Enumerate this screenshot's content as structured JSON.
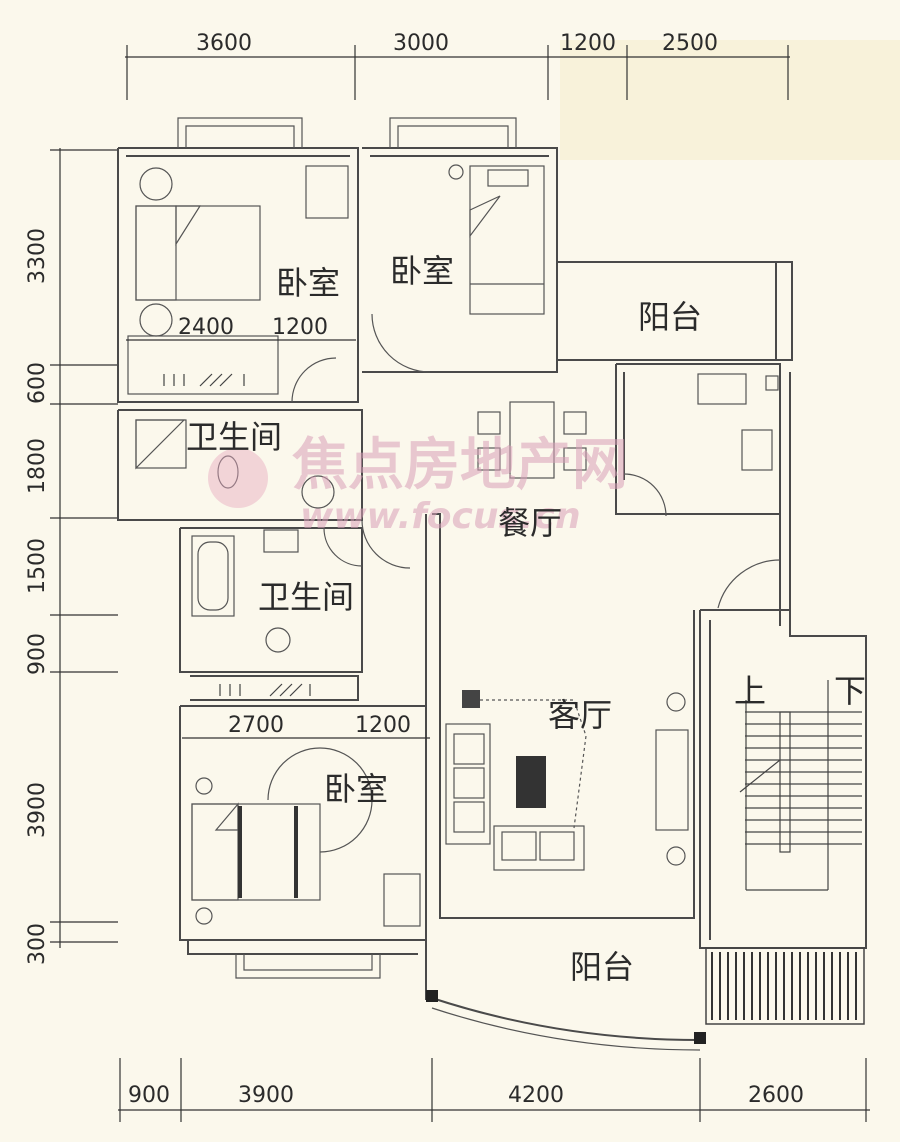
{
  "dimensions": {
    "top": [
      "3600",
      "3000",
      "1200",
      "2500"
    ],
    "bottom": [
      "900",
      "3900",
      "4200",
      "2600"
    ],
    "left": [
      "3300",
      "600",
      "1800",
      "1500",
      "900",
      "3900",
      "300"
    ],
    "inner": [
      "2400",
      "1200",
      "2700",
      "1200"
    ]
  },
  "rooms": {
    "bedroom_nw": "卧室",
    "bedroom_n": "卧室",
    "balcony_ne": "阳台",
    "bath_upper": "卫生间",
    "dining": "餐厅",
    "bath_lower": "卫生间",
    "living": "客厅",
    "bedroom_sw": "卧室",
    "balcony_s": "阳台",
    "stair_up": "上",
    "stair_down": "下"
  },
  "watermark": {
    "text": "焦点房地产网",
    "url": "www.focus.cn"
  }
}
